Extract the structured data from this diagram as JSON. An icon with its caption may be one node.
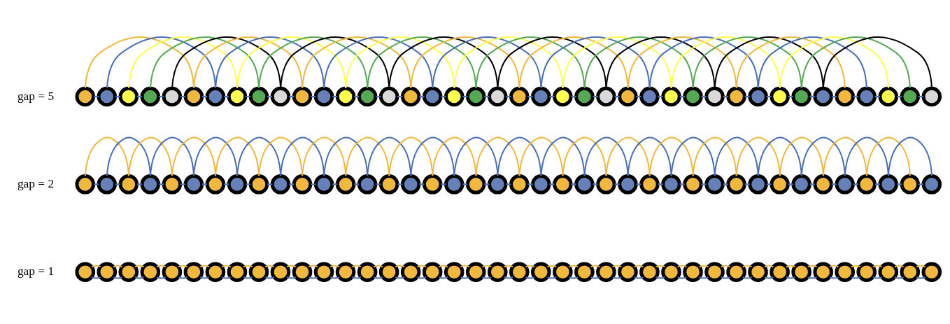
{
  "diagram": {
    "nodes": [
      {
        "text": [],
        "shape": "circle"
      },
      {
        "text": [],
        "shape": "circle"
      },
      {
        "text": [],
        "shape": "circle"
      },
      {
        "text": [],
        "shape": "circle"
      },
      {
        "text": [],
        "shape": "circle"
      },
      {
        "text": [],
        "shape": "circle"
      },
      {
        "text": [],
        "shape": "circle"
      },
      {
        "text": [],
        "shape": "circle"
      },
      {
        "text": [],
        "shape": "circle"
      },
      {
        "text": [],
        "shape": "circle"
      },
      {
        "text": [],
        "shape": "circle"
      },
      {
        "text": [],
        "shape": "circle"
      },
      {
        "text": [],
        "shape": "circle"
      },
      {
        "text": [],
        "shape": "circle"
      },
      {
        "text": [],
        "shape": "circle"
      },
      {
        "text": [],
        "shape": "circle"
      },
      {
        "text": [],
        "shape": "circle"
      },
      {
        "text": [],
        "shape": "circle"
      },
      {
        "text": [],
        "shape": "circle"
      },
      {
        "text": [],
        "shape": "circle"
      },
      {
        "text": [],
        "shape": "circle"
      },
      {
        "text": [],
        "shape": "circle"
      },
      {
        "text": [],
        "shape": "circle"
      },
      {
        "text": [],
        "shape": "circle"
      },
      {
        "text": [],
        "shape": "circle"
      },
      {
        "text": [],
        "shape": "circle"
      },
      {
        "text": [],
        "shape": "circle"
      },
      {
        "text": [],
        "shape": "circle"
      },
      {
        "text": [],
        "shape": "circle"
      },
      {
        "text": [],
        "shape": "circle"
      },
      {
        "text": [],
        "shape": "circle"
      },
      {
        "text": [],
        "shape": "circle"
      },
      {
        "text": [],
        "shape": "circle"
      },
      {
        "text": [],
        "shape": "circle"
      },
      {
        "text": [],
        "shape": "circle"
      },
      {
        "text": [],
        "shape": "circle"
      },
      {
        "text": [],
        "shape": "circle"
      },
      {
        "text": [],
        "shape": "circle"
      },
      {
        "text": [],
        "shape": "circle"
      },
      {
        "text": [],
        "shape": "circle"
      },
      {
        "text": [],
        "shape": "circle"
      },
      {
        "text": [],
        "shape": "circle"
      },
      {
        "text": [],
        "shape": "circle"
      },
      {
        "text": [],
        "shape": "circle"
      },
      {
        "text": [],
        "shape": "circle"
      },
      {
        "text": [],
        "shape": "circle"
      },
      {
        "text": [],
        "shape": "circle"
      },
      {
        "text": [],
        "shape": "circle"
      },
      {
        "text": [],
        "shape": "circle"
      },
      {
        "text": [],
        "shape": "circle"
      },
      {
        "text": [],
        "shape": "circle"
      },
      {
        "text": [],
        "shape": "circle"
      },
      {
        "text": [],
        "shape": "circle"
      },
      {
        "text": [],
        "shape": "circle"
      },
      {
        "text": [],
        "shape": "circle"
      },
      {
        "text": [],
        "shape": "circle"
      },
      {
        "text": [],
        "shape": "circle"
      },
      {
        "text": [],
        "shape": "circle"
      },
      {
        "text": [],
        "shape": "circle"
      },
      {
        "text": [],
        "shape": "circle"
      },
      {
        "text": [],
        "shape": "circle"
      },
      {
        "text": [],
        "shape": "circle"
      },
      {
        "text": [],
        "shape": "circle"
      },
      {
        "text": [],
        "shape": "circle"
      },
      {
        "text": [],
        "shape": "circle"
      },
      {
        "text": [],
        "shape": "circle"
      },
      {
        "text": [],
        "shape": "circle"
      },
      {
        "text": [],
        "shape": "circle"
      },
      {
        "text": [],
        "shape": "circle"
      },
      {
        "text": [],
        "shape": "circle"
      },
      {
        "text": [],
        "shape": "circle"
      },
      {
        "text": [],
        "shape": "circle"
      },
      {
        "text": [],
        "shape": "circle"
      },
      {
        "text": [],
        "shape": "circle"
      },
      {
        "text": [],
        "shape": "circle"
      },
      {
        "text": [],
        "shape": "circle"
      },
      {
        "text": [],
        "shape": "circle"
      },
      {
        "text": [],
        "shape": "circle"
      },
      {
        "text": [],
        "shape": "circle"
      },
      {
        "text": [],
        "shape": "circle"
      },
      {
        "text": [],
        "shape": "circle"
      },
      {
        "text": [],
        "shape": "circle"
      },
      {
        "text": [],
        "shape": "circle"
      },
      {
        "text": [],
        "shape": "circle"
      },
      {
        "text": [],
        "shape": "circle"
      },
      {
        "text": [],
        "shape": "circle"
      },
      {
        "text": [],
        "shape": "circle"
      },
      {
        "text": [],
        "shape": "circle"
      },
      {
        "text": [],
        "shape": "circle"
      },
      {
        "text": [],
        "shape": "circle"
      },
      {
        "text": [],
        "shape": "circle"
      },
      {
        "text": [],
        "shape": "circle"
      },
      {
        "text": [],
        "shape": "circle"
      },
      {
        "text": [],
        "shape": "circle"
      },
      {
        "text": [],
        "shape": "circle"
      },
      {
        "text": [],
        "shape": "circle"
      },
      {
        "text": [],
        "shape": "circle"
      },
      {
        "text": [],
        "shape": "circle"
      },
      {
        "text": [],
        "shape": "circle"
      },
      {
        "text": [],
        "shape": "circle"
      },
      {
        "text": [],
        "shape": "circle"
      },
      {
        "text": [],
        "shape": "circle"
      },
      {
        "text": [],
        "shape": "circle"
      },
      {
        "text": [],
        "shape": "circle"
      },
      {
        "text": [],
        "shape": "circle"
      },
      {
        "text": [],
        "shape": "circle"
      },
      {
        "text": [],
        "shape": "circle"
      },
      {
        "text": [],
        "shape": "circle"
      },
      {
        "text": [],
        "shape": "circle"
      },
      {
        "text": [],
        "shape": "circle"
      },
      {
        "text": [],
        "shape": "circle"
      },
      {
        "text": [],
        "shape": "circle"
      },
      {
        "text": [],
        "shape": "circle"
      },
      {
        "text": [],
        "shape": "circle"
      },
      {
        "text": [],
        "shape": "circle"
      },
      {
        "text": [],
        "shape": "circle"
      },
      {
        "text": [],
        "shape": "circle"
      },
      {
        "text": [],
        "shape": "circle"
      },
      {
        "text": [],
        "shape": "circle"
      },
      {
        "text": [],
        "shape": "circle"
      }
    ],
    "edges": [
      {
        "from": 0,
        "to": 1,
        "arrow": "none"
      },
      {
        "from": 1,
        "to": 2,
        "arrow": "none"
      },
      {
        "from": 2,
        "to": 3,
        "arrow": "none"
      },
      {
        "from": 3,
        "to": 4,
        "arrow": "none"
      },
      {
        "from": 4,
        "to": 5,
        "arrow": "none"
      },
      {
        "from": 5,
        "to": 6,
        "arrow": "none"
      },
      {
        "from": 6,
        "to": 7,
        "arrow": "none"
      },
      {
        "from": 7,
        "to": 8,
        "arrow": "none"
      },
      {
        "from": 8,
        "to": 9,
        "arrow": "none"
      },
      {
        "from": 9,
        "to": 10,
        "arrow": "none"
      },
      {
        "from": 10,
        "to": 11,
        "arrow": "none"
      },
      {
        "from": 11,
        "to": 12,
        "arrow": "none"
      },
      {
        "from": 12,
        "to": 13,
        "arrow": "none"
      },
      {
        "from": 13,
        "to": 14,
        "arrow": "none"
      },
      {
        "from": 14,
        "to": 15,
        "arrow": "none"
      },
      {
        "from": 15,
        "to": 16,
        "arrow": "none"
      },
      {
        "from": 16,
        "to": 17,
        "arrow": "none"
      },
      {
        "from": 17,
        "to": 18,
        "arrow": "none"
      },
      {
        "from": 18,
        "to": 19,
        "arrow": "none"
      },
      {
        "from": 19,
        "to": 20,
        "arrow": "none"
      },
      {
        "from": 20,
        "to": 21,
        "arrow": "none"
      },
      {
        "from": 21,
        "to": 22,
        "arrow": "none"
      },
      {
        "from": 22,
        "to": 23,
        "arrow": "none"
      },
      {
        "from": 23,
        "to": 24,
        "arrow": "none"
      },
      {
        "from": 24,
        "to": 25,
        "arrow": "none"
      },
      {
        "from": 25,
        "to": 26,
        "arrow": "none"
      },
      {
        "from": 26,
        "to": 27,
        "arrow": "none"
      },
      {
        "from": 27,
        "to": 28,
        "arrow": "none"
      },
      {
        "from": 28,
        "to": 29,
        "arrow": "none"
      },
      {
        "from": 29,
        "to": 30,
        "arrow": "none"
      },
      {
        "from": 30,
        "to": 31,
        "arrow": "none"
      },
      {
        "from": 31,
        "to": 32,
        "arrow": "none"
      },
      {
        "from": 32,
        "to": 33,
        "arrow": "none"
      },
      {
        "from": 33,
        "to": 34,
        "arrow": "none"
      },
      {
        "from": 34,
        "to": 35,
        "arrow": "none"
      },
      {
        "from": 35,
        "to": 36,
        "arrow": "none"
      },
      {
        "from": 36,
        "to": 37,
        "arrow": "none"
      },
      {
        "from": 37,
        "to": 38,
        "arrow": "none"
      },
      {
        "from": 38,
        "to": 39,
        "arrow": "none"
      },
      {
        "from": 0,
        "to": 5,
        "arrow": "none",
        "color": "#f0b93e"
      },
      {
        "from": 1,
        "to": 6,
        "arrow": "none"
      },
      {
        "from": 2,
        "to": 7,
        "arrow": "none",
        "color": "#ffff4d"
      },
      {
        "from": 3,
        "to": 8,
        "arrow": "none",
        "color": "#55a955"
      },
      {
        "from": 4,
        "to": 9,
        "arrow": "none",
        "color": "#000000"
      },
      {
        "from": 5,
        "to": 10,
        "arrow": "none",
        "color": "#f0b93e"
      },
      {
        "from": 6,
        "to": 11,
        "arrow": "none"
      },
      {
        "from": 7,
        "to": 12,
        "arrow": "none",
        "color": "#ffff4d"
      },
      {
        "from": 8,
        "to": 13,
        "arrow": "none",
        "color": "#55a955"
      },
      {
        "from": 9,
        "to": 14,
        "arrow": "none",
        "color": "#000000"
      },
      {
        "from": 10,
        "to": 15,
        "arrow": "none",
        "color": "#f0b93e"
      },
      {
        "from": 11,
        "to": 16,
        "arrow": "none"
      },
      {
        "from": 12,
        "to": 17,
        "arrow": "none",
        "color": "#ffff4d"
      },
      {
        "from": 13,
        "to": 18,
        "arrow": "none",
        "color": "#55a955"
      },
      {
        "from": 14,
        "to": 19,
        "arrow": "none",
        "color": "#000000"
      },
      {
        "from": 15,
        "to": 20,
        "arrow": "none",
        "color": "#f0b93e"
      },
      {
        "from": 16,
        "to": 21,
        "arrow": "none"
      },
      {
        "from": 17,
        "to": 22,
        "arrow": "none",
        "color": "#ffff4d"
      },
      {
        "from": 18,
        "to": 23,
        "arrow": "none",
        "color": "#55a955"
      },
      {
        "from": 19,
        "to": 24,
        "arrow": "none",
        "color": "#000000"
      },
      {
        "from": 20,
        "to": 25,
        "arrow": "none",
        "color": "#f0b93e"
      },
      {
        "from": 21,
        "to": 26,
        "arrow": "none"
      },
      {
        "from": 22,
        "to": 27,
        "arrow": "none",
        "color": "#ffff4d"
      },
      {
        "from": 23,
        "to": 28,
        "arrow": "none",
        "color": "#55a955"
      },
      {
        "from": 24,
        "to": 29,
        "arrow": "none",
        "color": "#000000"
      },
      {
        "from": 25,
        "to": 30,
        "arrow": "none",
        "color": "#f0b93e"
      },
      {
        "from": 26,
        "to": 31,
        "arrow": "none"
      },
      {
        "from": 27,
        "to": 32,
        "arrow": "none",
        "color": "#ffff4d"
      },
      {
        "from": 28,
        "to": 33,
        "arrow": "none",
        "color": "#55a955"
      },
      {
        "from": 29,
        "to": 34,
        "arrow": "none",
        "color": "#000000"
      },
      {
        "from": 30,
        "to": 35,
        "arrow": "none",
        "color": "#f0b93e"
      },
      {
        "from": 31,
        "to": 36,
        "arrow": "none"
      },
      {
        "from": 32,
        "to": 37,
        "arrow": "none",
        "color": "#ffff4d"
      },
      {
        "from": 33,
        "to": 38,
        "arrow": "none",
        "color": "#55a955"
      },
      {
        "from": 34,
        "to": 39,
        "arrow": "none",
        "color": "#000000"
      },
      {
        "from": 40,
        "to": 41,
        "arrow": "none"
      },
      {
        "from": 41,
        "to": 42,
        "arrow": "none"
      },
      {
        "from": 42,
        "to": 43,
        "arrow": "none"
      },
      {
        "from": 43,
        "to": 44,
        "arrow": "none"
      },
      {
        "from": 44,
        "to": 45,
        "arrow": "none"
      },
      {
        "from": 45,
        "to": 46,
        "arrow": "none"
      },
      {
        "from": 46,
        "to": 47,
        "arrow": "none"
      },
      {
        "from": 47,
        "to": 48,
        "arrow": "none"
      },
      {
        "from": 48,
        "to": 49,
        "arrow": "none"
      },
      {
        "from": 49,
        "to": 50,
        "arrow": "none"
      },
      {
        "from": 50,
        "to": 51,
        "arrow": "none"
      },
      {
        "from": 51,
        "to": 52,
        "arrow": "none"
      },
      {
        "from": 52,
        "to": 53,
        "arrow": "none"
      },
      {
        "from": 53,
        "to": 54,
        "arrow": "none"
      },
      {
        "from": 54,
        "to": 55,
        "arrow": "none"
      },
      {
        "from": 55,
        "to": 56,
        "arrow": "none"
      },
      {
        "from": 56,
        "to": 57,
        "arrow": "none"
      },
      {
        "from": 57,
        "to": 58,
        "arrow": "none"
      },
      {
        "from": 58,
        "to": 59,
        "arrow": "none"
      },
      {
        "from": 59,
        "to": 60,
        "arrow": "none"
      },
      {
        "from": 60,
        "to": 61,
        "arrow": "none"
      },
      {
        "from": 61,
        "to": 62,
        "arrow": "none"
      },
      {
        "from": 62,
        "to": 63,
        "arrow": "none"
      },
      {
        "from": 63,
        "to": 64,
        "arrow": "none"
      },
      {
        "from": 64,
        "to": 65,
        "arrow": "none"
      },
      {
        "from": 65,
        "to": 66,
        "arrow": "none"
      },
      {
        "from": 66,
        "to": 67,
        "arrow": "none"
      },
      {
        "from": 67,
        "to": 68,
        "arrow": "none"
      },
      {
        "from": 68,
        "to": 69,
        "arrow": "none"
      },
      {
        "from": 69,
        "to": 70,
        "arrow": "none"
      },
      {
        "from": 70,
        "to": 71,
        "arrow": "none"
      },
      {
        "from": 71,
        "to": 72,
        "arrow": "none"
      },
      {
        "from": 72,
        "to": 73,
        "arrow": "none"
      },
      {
        "from": 73,
        "to": 74,
        "arrow": "none"
      },
      {
        "from": 74,
        "to": 75,
        "arrow": "none"
      },
      {
        "from": 75,
        "to": 76,
        "arrow": "none"
      },
      {
        "from": 76,
        "to": 77,
        "arrow": "none"
      },
      {
        "from": 77,
        "to": 78,
        "arrow": "none"
      },
      {
        "from": 78,
        "to": 79,
        "arrow": "none"
      },
      {
        "from": 40,
        "to": 42,
        "arrow": "none",
        "color": "#f0b93e"
      },
      {
        "from": 41,
        "to": 43,
        "arrow": "none"
      },
      {
        "from": 42,
        "to": 44,
        "arrow": "none",
        "color": "#f0b93e"
      },
      {
        "from": 43,
        "to": 45,
        "arrow": "none"
      },
      {
        "from": 44,
        "to": 46,
        "arrow": "none",
        "color": "#f0b93e"
      },
      {
        "from": 45,
        "to": 47,
        "arrow": "none"
      },
      {
        "from": 46,
        "to": 48,
        "arrow": "none",
        "color": "#f0b93e"
      },
      {
        "from": 47,
        "to": 49,
        "arrow": "none"
      },
      {
        "from": 48,
        "to": 50,
        "arrow": "none",
        "color": "#f0b93e"
      },
      {
        "from": 49,
        "to": 51,
        "arrow": "none"
      },
      {
        "from": 50,
        "to": 52,
        "arrow": "none",
        "color": "#f0b93e"
      },
      {
        "from": 51,
        "to": 53,
        "arrow": "none"
      },
      {
        "from": 52,
        "to": 54,
        "arrow": "none",
        "color": "#f0b93e"
      },
      {
        "from": 53,
        "to": 55,
        "arrow": "none"
      },
      {
        "from": 54,
        "to": 56,
        "arrow": "none",
        "color": "#f0b93e"
      },
      {
        "from": 55,
        "to": 57,
        "arrow": "none"
      },
      {
        "from": 56,
        "to": 58,
        "arrow": "none",
        "color": "#f0b93e"
      },
      {
        "from": 57,
        "to": 59,
        "arrow": "none"
      },
      {
        "from": 58,
        "to": 60,
        "arrow": "none",
        "color": "#f0b93e"
      },
      {
        "from": 59,
        "to": 61,
        "arrow": "none"
      },
      {
        "from": 60,
        "to": 62,
        "arrow": "none",
        "color": "#f0b93e"
      },
      {
        "from": 61,
        "to": 63,
        "arrow": "none"
      },
      {
        "from": 62,
        "to": 64,
        "arrow": "none",
        "color": "#f0b93e"
      },
      {
        "from": 63,
        "to": 65,
        "arrow": "none"
      },
      {
        "from": 64,
        "to": 66,
        "arrow": "none",
        "color": "#f0b93e"
      },
      {
        "from": 65,
        "to": 67,
        "arrow": "none"
      },
      {
        "from": 66,
        "to": 68,
        "arrow": "none",
        "color": "#f0b93e"
      },
      {
        "from": 67,
        "to": 69,
        "arrow": "none"
      },
      {
        "from": 68,
        "to": 70,
        "arrow": "none",
        "color": "#f0b93e"
      },
      {
        "from": 69,
        "to": 71,
        "arrow": "none"
      },
      {
        "from": 70,
        "to": 72,
        "arrow": "none",
        "color": "#f0b93e"
      },
      {
        "from": 71,
        "to": 73,
        "arrow": "none"
      },
      {
        "from": 72,
        "to": 74,
        "arrow": "none",
        "color": "#f0b93e"
      },
      {
        "from": 73,
        "to": 75,
        "arrow": "none"
      },
      {
        "from": 74,
        "to": 76,
        "arrow": "none",
        "color": "#f0b93e"
      },
      {
        "from": 75,
        "to": 77,
        "arrow": "none"
      },
      {
        "from": 76,
        "to": 78,
        "arrow": "none",
        "color": "#f0b93e"
      },
      {
        "from": 77,
        "to": 79,
        "arrow": "none"
      },
      {
        "from": 80,
        "to": 81,
        "arrow": "none"
      },
      {
        "from": 81,
        "to": 82,
        "arrow": "none"
      },
      {
        "from": 82,
        "to": 83,
        "arrow": "none"
      },
      {
        "from": 83,
        "to": 84,
        "arrow": "none"
      },
      {
        "from": 84,
        "to": 85,
        "arrow": "none"
      },
      {
        "from": 85,
        "to": 86,
        "arrow": "none"
      },
      {
        "from": 86,
        "to": 87,
        "arrow": "none"
      },
      {
        "from": 87,
        "to": 88,
        "arrow": "none"
      },
      {
        "from": 88,
        "to": 89,
        "arrow": "none"
      },
      {
        "from": 89,
        "to": 90,
        "arrow": "none"
      },
      {
        "from": 90,
        "to": 91,
        "arrow": "none"
      },
      {
        "from": 91,
        "to": 92,
        "arrow": "none"
      },
      {
        "from": 92,
        "to": 93,
        "arrow": "none"
      },
      {
        "from": 93,
        "to": 94,
        "arrow": "none"
      },
      {
        "from": 94,
        "to": 95,
        "arrow": "none"
      },
      {
        "from": 95,
        "to": 96,
        "arrow": "none"
      },
      {
        "from": 96,
        "to": 97,
        "arrow": "none"
      },
      {
        "from": 97,
        "to": 98,
        "arrow": "none"
      },
      {
        "from": 98,
        "to": 99,
        "arrow": "none"
      },
      {
        "from": 99,
        "to": 100,
        "arrow": "none"
      },
      {
        "from": 100,
        "to": 101,
        "arrow": "none"
      },
      {
        "from": 101,
        "to": 102,
        "arrow": "none"
      },
      {
        "from": 102,
        "to": 103,
        "arrow": "none"
      },
      {
        "from": 103,
        "to": 104,
        "arrow": "none"
      },
      {
        "from": 104,
        "to": 105,
        "arrow": "none"
      },
      {
        "from": 105,
        "to": 106,
        "arrow": "none"
      },
      {
        "from": 106,
        "to": 107,
        "arrow": "none"
      },
      {
        "from": 107,
        "to": 108,
        "arrow": "none"
      },
      {
        "from": 108,
        "to": 109,
        "arrow": "none"
      },
      {
        "from": 109,
        "to": 110,
        "arrow": "none"
      },
      {
        "from": 110,
        "to": 111,
        "arrow": "none"
      },
      {
        "from": 111,
        "to": 112,
        "arrow": "none"
      },
      {
        "from": 112,
        "to": 113,
        "arrow": "none"
      },
      {
        "from": 113,
        "to": 114,
        "arrow": "none"
      },
      {
        "from": 114,
        "to": 115,
        "arrow": "none"
      },
      {
        "from": 115,
        "to": 116,
        "arrow": "none"
      },
      {
        "from": 116,
        "to": 117,
        "arrow": "none"
      },
      {
        "from": 117,
        "to": 118,
        "arrow": "none"
      },
      {
        "from": 118,
        "to": 119,
        "arrow": "none"
      },
      {
        "from": 80,
        "to": 81,
        "arrow": "none",
        "color": "#f0b93e"
      },
      {
        "from": 81,
        "to": 82,
        "arrow": "none",
        "color": "#f0b93e"
      },
      {
        "from": 82,
        "to": 83,
        "arrow": "none",
        "color": "#f0b93e"
      },
      {
        "from": 83,
        "to": 84,
        "arrow": "none",
        "color": "#f0b93e"
      },
      {
        "from": 84,
        "to": 85,
        "arrow": "none",
        "color": "#f0b93e"
      },
      {
        "from": 85,
        "to": 86,
        "arrow": "none",
        "color": "#f0b93e"
      },
      {
        "from": 86,
        "to": 87,
        "arrow": "none",
        "color": "#f0b93e"
      },
      {
        "from": 87,
        "to": 88,
        "arrow": "none",
        "color": "#f0b93e"
      },
      {
        "from": 88,
        "to": 89,
        "arrow": "none",
        "color": "#f0b93e"
      },
      {
        "from": 89,
        "to": 90,
        "arrow": "none",
        "color": "#f0b93e"
      },
      {
        "from": 90,
        "to": 91,
        "arrow": "none",
        "color": "#f0b93e"
      },
      {
        "from": 91,
        "to": 92,
        "arrow": "none",
        "color": "#f0b93e"
      },
      {
        "from": 92,
        "to": 93,
        "arrow": "none",
        "color": "#f0b93e"
      },
      {
        "from": 93,
        "to": 94,
        "arrow": "none",
        "color": "#f0b93e"
      },
      {
        "from": 94,
        "to": 95,
        "arrow": "none",
        "color": "#f0b93e"
      },
      {
        "from": 95,
        "to": 96,
        "arrow": "none",
        "color": "#f0b93e"
      },
      {
        "from": 96,
        "to": 97,
        "arrow": "none",
        "color": "#f0b93e"
      },
      {
        "from": 97,
        "to": 98,
        "arrow": "none",
        "color": "#f0b93e"
      },
      {
        "from": 98,
        "to": 99,
        "arrow": "none",
        "color": "#f0b93e"
      },
      {
        "from": 99,
        "to": 100,
        "arrow": "none",
        "color": "#f0b93e"
      },
      {
        "from": 100,
        "to": 101,
        "arrow": "none",
        "color": "#f0b93e"
      },
      {
        "from": 101,
        "to": 102,
        "arrow": "none",
        "color": "#f0b93e"
      },
      {
        "from": 102,
        "to": 103,
        "arrow": "none",
        "color": "#f0b93e"
      },
      {
        "from": 103,
        "to": 104,
        "arrow": "none",
        "color": "#f0b93e"
      },
      {
        "from": 104,
        "to": 105,
        "arrow": "none",
        "color": "#f0b93e"
      },
      {
        "from": 105,
        "to": 106,
        "arrow": "none",
        "color": "#f0b93e"
      },
      {
        "from": 106,
        "to": 107,
        "arrow": "none",
        "color": "#f0b93e"
      },
      {
        "from": 107,
        "to": 108,
        "arrow": "none",
        "color": "#f0b93e"
      },
      {
        "from": 108,
        "to": 109,
        "arrow": "none",
        "color": "#f0b93e"
      },
      {
        "from": 109,
        "to": 110,
        "arrow": "none",
        "color": "#f0b93e"
      },
      {
        "from": 110,
        "to": 111,
        "arrow": "none",
        "color": "#f0b93e"
      },
      {
        "from": 111,
        "to": 112,
        "arrow": "none",
        "color": "#f0b93e"
      },
      {
        "from": 112,
        "to": 113,
        "arrow": "none",
        "color": "#f0b93e"
      },
      {
        "from": 113,
        "to": 114,
        "arrow": "none",
        "color": "#f0b93e"
      },
      {
        "from": 114,
        "to": 115,
        "arrow": "none",
        "color": "#f0b93e"
      },
      {
        "from": 115,
        "to": 116,
        "arrow": "none",
        "color": "#f0b93e"
      },
      {
        "from": 116,
        "to": 117,
        "arrow": "none",
        "color": "#f0b93e"
      },
      {
        "from": 117,
        "to": 118,
        "arrow": "none",
        "color": "#f0b93e"
      },
      {
        "from": 118,
        "to": 119,
        "arrow": "none",
        "color": "#f0b93e"
      }
    ],
    "labels": [
      "gap = 5",
      "gap = 2",
      "gap = 1"
    ]
  }
}
